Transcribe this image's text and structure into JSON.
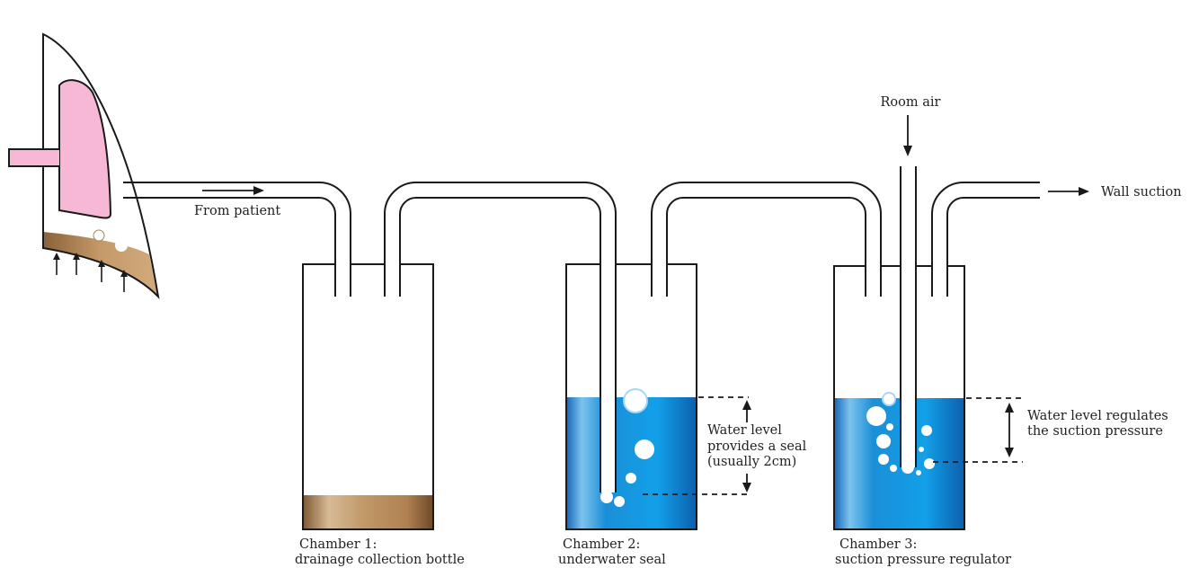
{
  "labels": {
    "from_patient": "From patient",
    "room_air": "Room air",
    "wall_suction": "Wall suction",
    "chamber1_title": "Chamber 1:",
    "chamber1_desc": "drainage collection bottle",
    "chamber2_title": "Chamber 2:",
    "chamber2_desc": "underwater seal",
    "chamber3_title": "Chamber 3:",
    "chamber3_desc": "suction pressure regulator",
    "seal_line1": "Water level",
    "seal_line2": "provides a seal",
    "seal_line3": "(usually 2cm)",
    "regulator_line1": "Water level regulates",
    "regulator_line2": "the suction pressure"
  },
  "colors": {
    "lung": "#f7b8d6",
    "drainage": "#b88d5c",
    "water": "#1a8fd8",
    "outline": "#1a1a1a"
  }
}
